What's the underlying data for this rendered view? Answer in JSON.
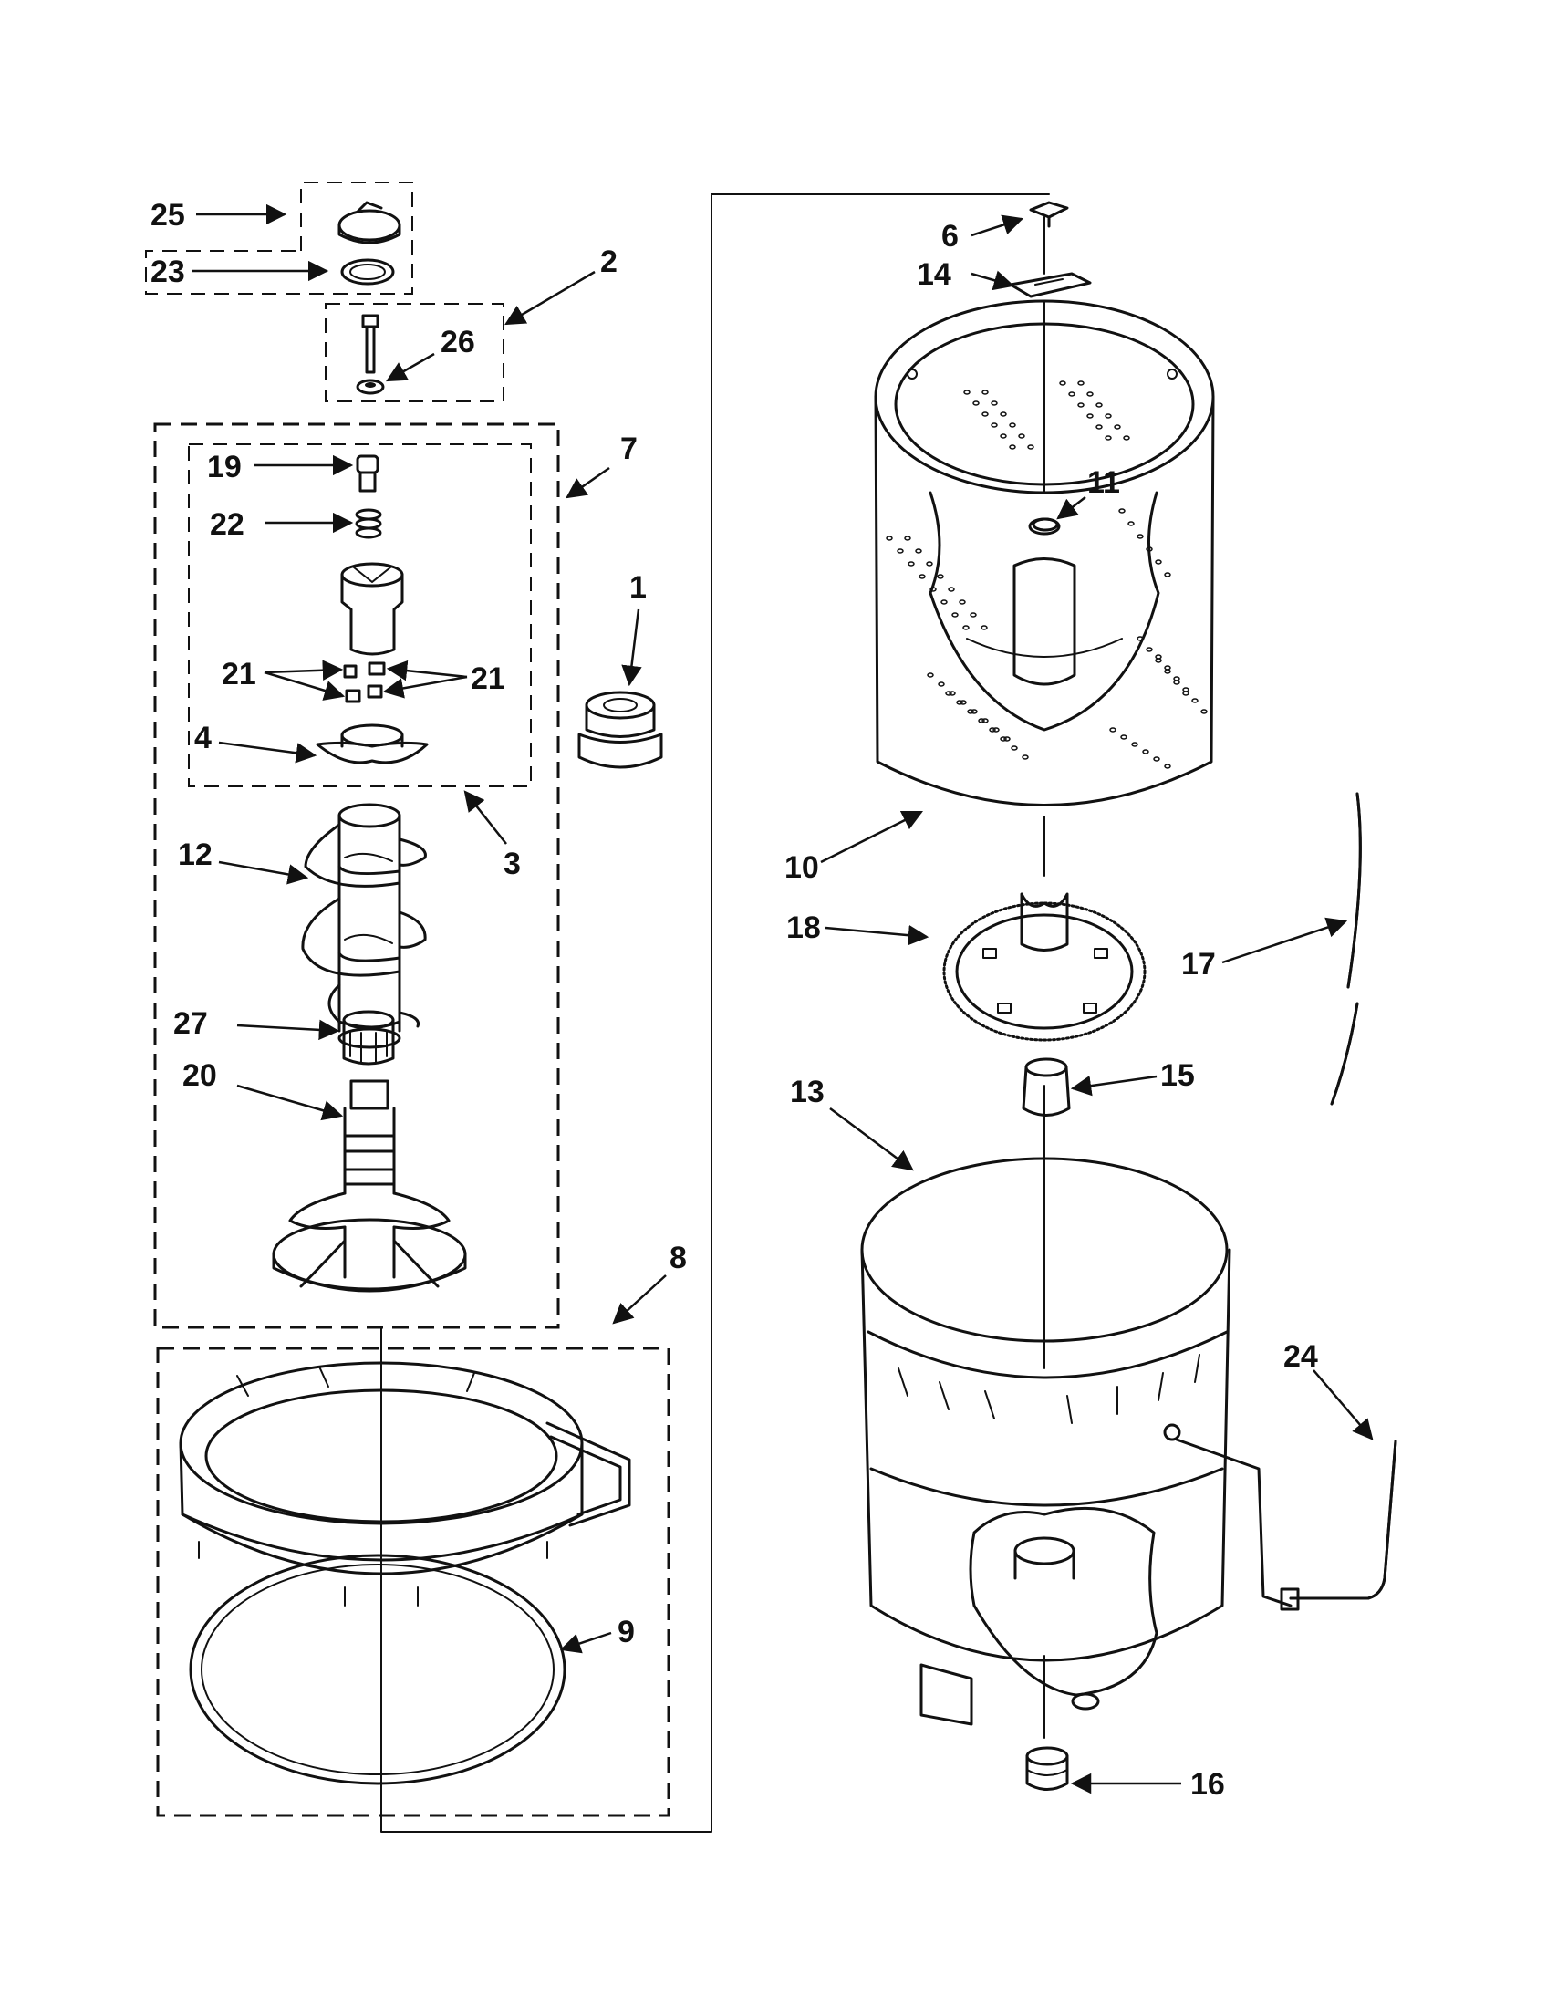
{
  "labels": {
    "c1": "1",
    "c2": "2",
    "c3": "3",
    "c4": "4",
    "c6": "6",
    "c7": "7",
    "c8": "8",
    "c9": "9",
    "c10": "10",
    "c11": "11",
    "c12": "12",
    "c13": "13",
    "c14": "14",
    "c15": "15",
    "c16": "16",
    "c17": "17",
    "c18": "18",
    "c19": "19",
    "c20": "20",
    "c21a": "21",
    "c21b": "21",
    "c22": "22",
    "c23": "23",
    "c24": "24",
    "c25": "25",
    "c26": "26",
    "c27": "27"
  },
  "colors": {
    "ink": "#111111",
    "paper": "#ffffff"
  }
}
